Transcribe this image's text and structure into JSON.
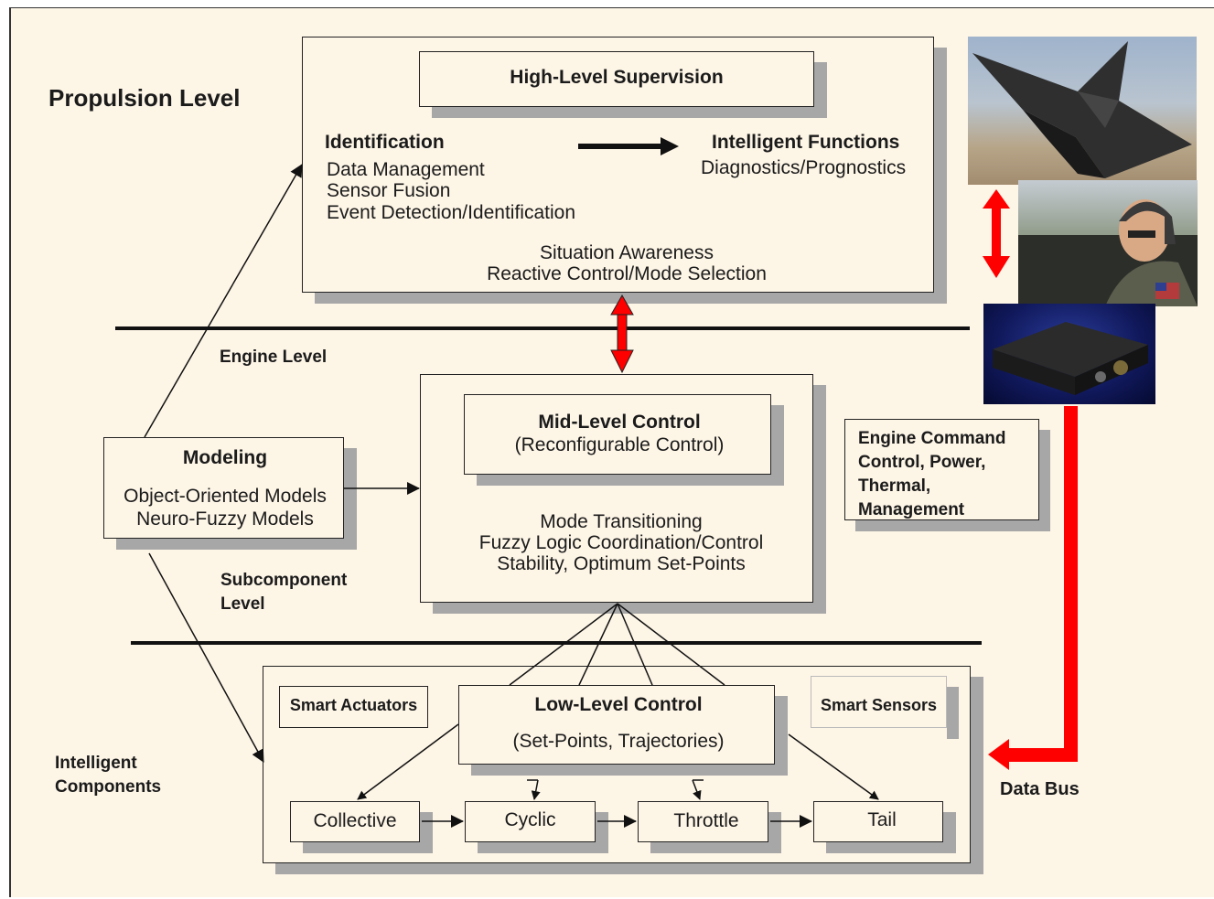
{
  "levels": {
    "propulsion": "Propulsion Level",
    "engine": "Engine Level",
    "subcomponent_line1": "Subcomponent",
    "subcomponent_line2": "Level",
    "intelligent_line1": "Intelligent",
    "intelligent_line2": "Components"
  },
  "high_level": {
    "title": "High-Level Supervision",
    "identification_heading": "Identification",
    "identification_items": [
      "Data Management",
      "Sensor Fusion",
      "Event Detection/Identification"
    ],
    "intelligent_heading": "Intelligent Functions",
    "intelligent_sub": "Diagnostics/Prognostics",
    "situation_line1": "Situation Awareness",
    "situation_line2": "Reactive Control/Mode Selection"
  },
  "mid_level": {
    "title": "Mid-Level Control",
    "subtitle": "(Reconfigurable Control)",
    "lines": [
      "Mode Transitioning",
      "Fuzzy Logic Coordination/Control",
      "Stability, Optimum Set-Points"
    ]
  },
  "modeling": {
    "title": "Modeling",
    "lines": [
      "Object-Oriented Models",
      "Neuro-Fuzzy Models"
    ]
  },
  "engine_command": {
    "lines": [
      "Engine Command",
      "Control, Power,",
      "Thermal,",
      "Management"
    ]
  },
  "low_level": {
    "title": "Low-Level Control",
    "subtitle": "(Set-Points, Trajectories)",
    "smart_actuators": "Smart Actuators",
    "smart_sensors": "Smart Sensors",
    "components": [
      "Collective",
      "Cyclic",
      "Throttle",
      "Tail"
    ]
  },
  "data_bus": "Data Bus",
  "colors": {
    "background": "#fdf5e6",
    "accent_red": "#ff0000",
    "shadow": "#a7a7a7"
  },
  "images": [
    "stealth-jet-photo",
    "pilot-cockpit-photo",
    "avionics-unit-photo"
  ]
}
